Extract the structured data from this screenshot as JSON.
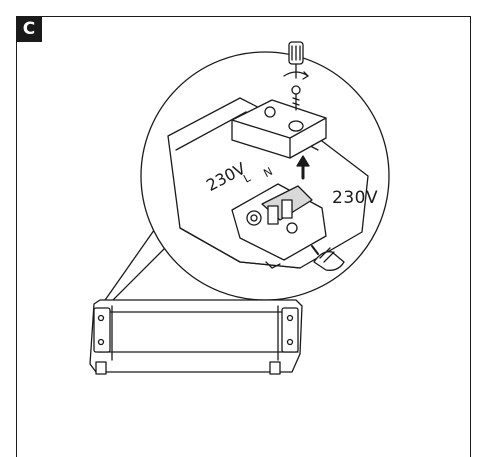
{
  "step": {
    "label": "C"
  },
  "labels": {
    "voltage_right": "230V",
    "voltage_rotated": "230V",
    "terminal_l": "L",
    "terminal_n": "N"
  },
  "colors": {
    "ink": "#1a1a1a",
    "fill": "#ffffff",
    "shade": "#d9d9d9"
  },
  "icons": [
    "screwdriver-icon",
    "screw-icon",
    "rotate-arrow-icon",
    "up-arrow-icon",
    "hand-icon"
  ]
}
